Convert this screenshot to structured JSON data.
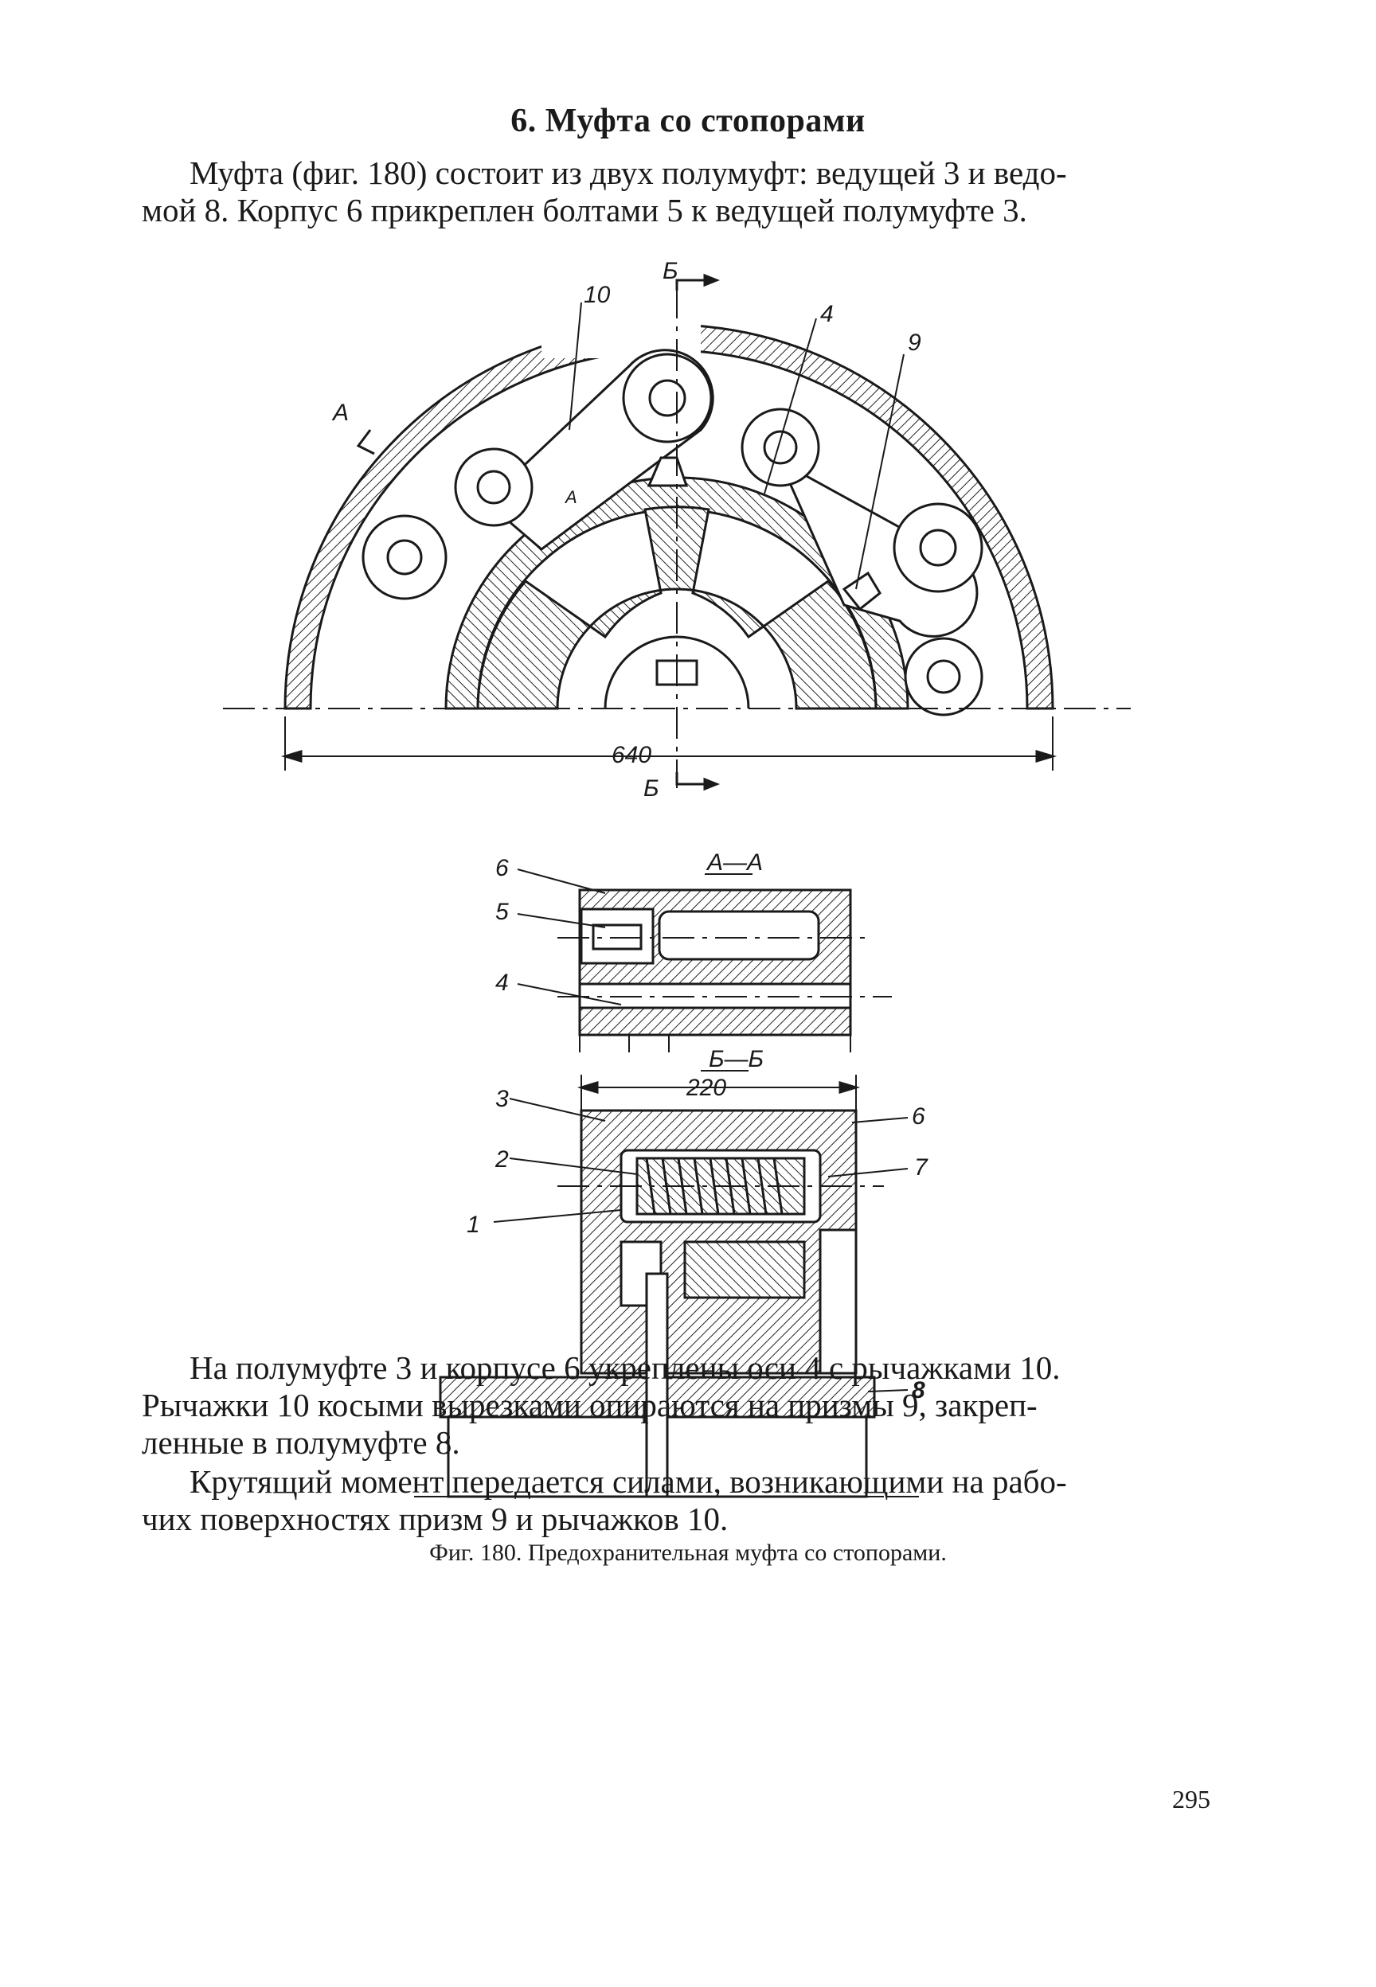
{
  "heading": "6. Муфта со стопорами",
  "intro": {
    "line1": "Муфта (фиг. 180) состоит из двух полумуфт: ведущей 3 и ведо-",
    "line2": "мой 8. Корпус 6 прикреплен болтами 5 к ведущей полумуфте 3."
  },
  "figure": {
    "top_view": {
      "section_mark_top": "Б",
      "section_mark_bottom": "Б",
      "section_mark_left": "А",
      "section_mark_inner": "А",
      "dimension": "640",
      "labels": {
        "lever": "10",
        "axle": "4",
        "prism": "9"
      }
    },
    "section_aa": {
      "title": "А—А",
      "labels": {
        "housing": "6",
        "bolt": "5",
        "axle": "4"
      }
    },
    "section_bb": {
      "title": "Б—Б",
      "dimension": "220",
      "labels": {
        "left_top": "3",
        "left_mid": "2",
        "left_low": "1",
        "right_top": "6",
        "right_mid": "7",
        "right_bottom": "8"
      }
    },
    "caption": "Фиг. 180. Предохранительная муфта со стопорами."
  },
  "body": {
    "p2_line1": "На полумуфте 3 и корпусе 6 укреплены оси 4 с рычажками 10.",
    "p2_line2": "Рычажки 10 косыми вырезками опираются на призмы 9, закреп-",
    "p2_line3": "ленные в полумуфте 8.",
    "p3_line1": "Крутящий момент передается силами, возникающими на рабо-",
    "p3_line2": "чих поверхностях призм 9 и рычажков 10."
  },
  "page_number": "295"
}
